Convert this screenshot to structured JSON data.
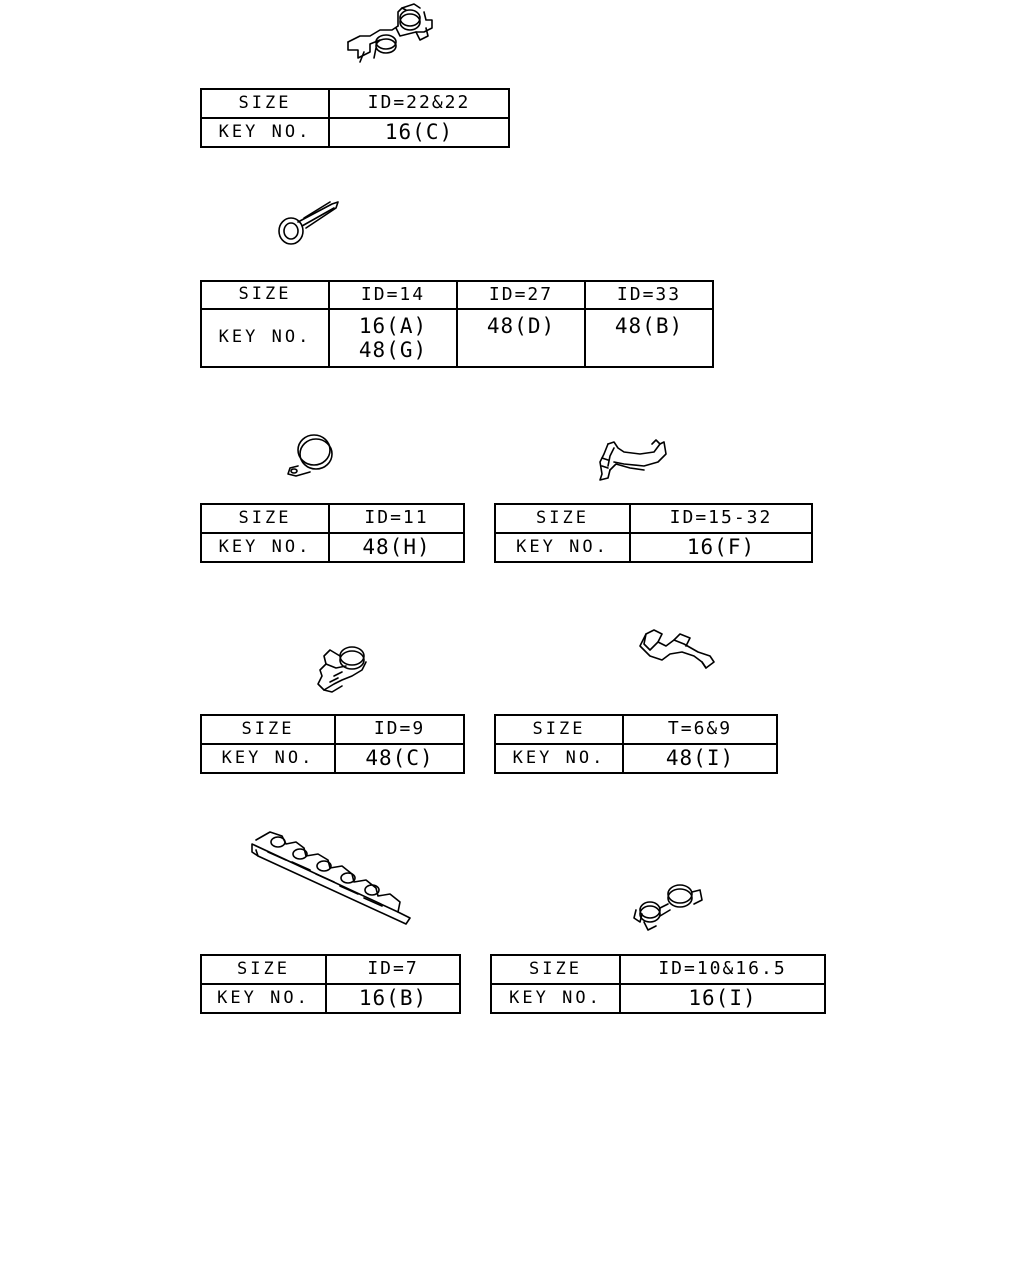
{
  "labels": {
    "size": "SIZE",
    "key_no": "KEY NO."
  },
  "groups": {
    "g1": {
      "icon": "double-pipe-clamp-icon",
      "sizes": [
        "ID=22&22"
      ],
      "keys": [
        "16(C)"
      ]
    },
    "g2": {
      "icon": "hose-band-clamp-icon",
      "sizes": [
        "ID=14",
        "ID=27",
        "ID=33"
      ],
      "keys": [
        [
          "16(A)",
          "48(G)"
        ],
        [
          "48(D)"
        ],
        [
          "48(B)"
        ]
      ]
    },
    "g3": {
      "icon": "p-clip-icon",
      "sizes": [
        "ID=11"
      ],
      "keys": [
        "48(H)"
      ]
    },
    "g4": {
      "icon": "snap-clip-icon",
      "sizes": [
        "ID=15-32"
      ],
      "keys": [
        "16(F)"
      ]
    },
    "g5": {
      "icon": "pipe-clip-icon",
      "sizes": [
        "ID=9"
      ],
      "keys": [
        "48(C)"
      ]
    },
    "g6": {
      "icon": "spring-clip-icon",
      "sizes": [
        "T=6&9"
      ],
      "keys": [
        "48(I)"
      ]
    },
    "g7": {
      "icon": "multi-pipe-holder-icon",
      "sizes": [
        "ID=7"
      ],
      "keys": [
        "16(B)"
      ]
    },
    "g8": {
      "icon": "twin-pipe-clamp-icon",
      "sizes": [
        "ID=10&16.5"
      ],
      "keys": [
        "16(I)"
      ]
    }
  }
}
